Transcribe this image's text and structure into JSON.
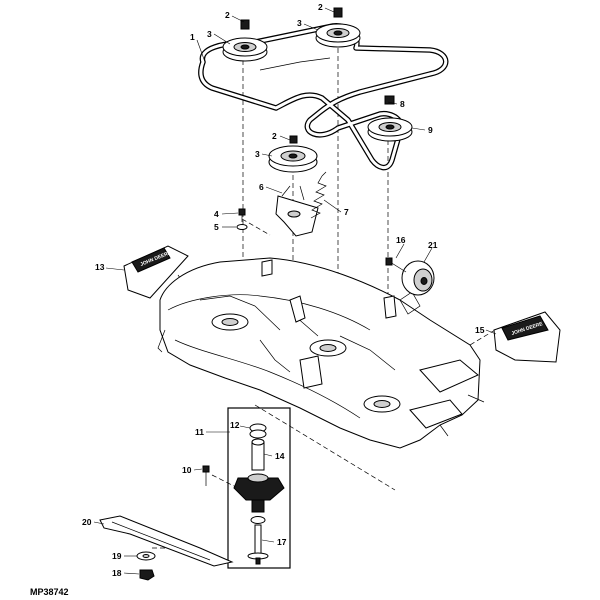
{
  "diagram": {
    "code": "MP38742",
    "callouts": {
      "c1": "1",
      "c2a": "2",
      "c2b": "2",
      "c2c": "2",
      "c3a": "3",
      "c3b": "3",
      "c3c": "3",
      "c4": "4",
      "c5": "5",
      "c6": "6",
      "c7": "7",
      "c8": "8",
      "c9": "9",
      "c10": "10",
      "c11": "11",
      "c12": "12",
      "c13": "13",
      "c14": "14",
      "c15": "15",
      "c16": "16",
      "c17": "17",
      "c18": "18",
      "c19": "19",
      "c20": "20",
      "c21": "21"
    },
    "shield_text_left": "JOHN DEERE",
    "shield_text_right": "JOHN DEERE"
  }
}
